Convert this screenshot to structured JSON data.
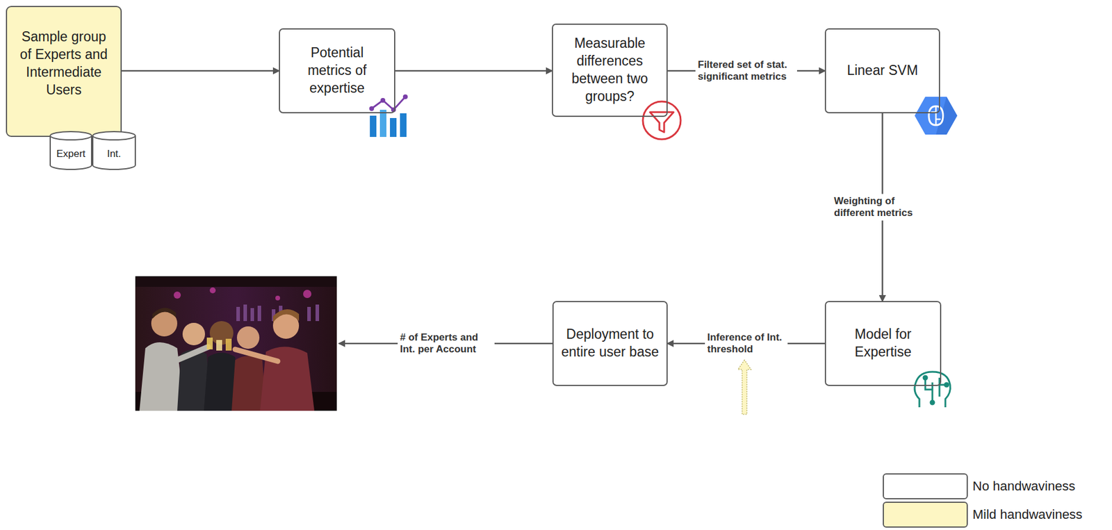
{
  "diagram": {
    "nodes": [
      {
        "text": [
          "Sample group of Experts and Intermediate Users"
        ]
      },
      {
        "text": [
          "Expert"
        ]
      },
      {
        "text": [
          "Int."
        ]
      },
      {
        "text": [
          "Potential metrics of expertise"
        ]
      },
      {
        "text": [
          "Measurable differences between two groups?"
        ]
      },
      {
        "text": [
          "Linear SVM"
        ]
      },
      {
        "text": [
          "Model for Expertise"
        ]
      },
      {
        "text": [
          "Deployment to entire user base"
        ]
      }
    ],
    "edges": [
      {
        "from": 0,
        "to": 3,
        "arrow": "to"
      },
      {
        "from": 3,
        "to": 4,
        "arrow": "to"
      },
      {
        "from": 4,
        "to": 5,
        "label": "Filtered set of stat. significant metrics",
        "arrow": "to"
      },
      {
        "from": 5,
        "to": 6,
        "label": "Weighting of different metrics",
        "arrow": "to"
      },
      {
        "from": 6,
        "to": 7,
        "label": "Inference of Int. threshold",
        "arrow": "to"
      }
    ],
    "labels": [
      "# of Experts and Int. per Account"
    ],
    "legend": [
      {
        "text": "No handwaviness",
        "color": "#ffffff"
      },
      {
        "text": "Mild handwaviness",
        "color": "#fdf6c3"
      }
    ]
  }
}
